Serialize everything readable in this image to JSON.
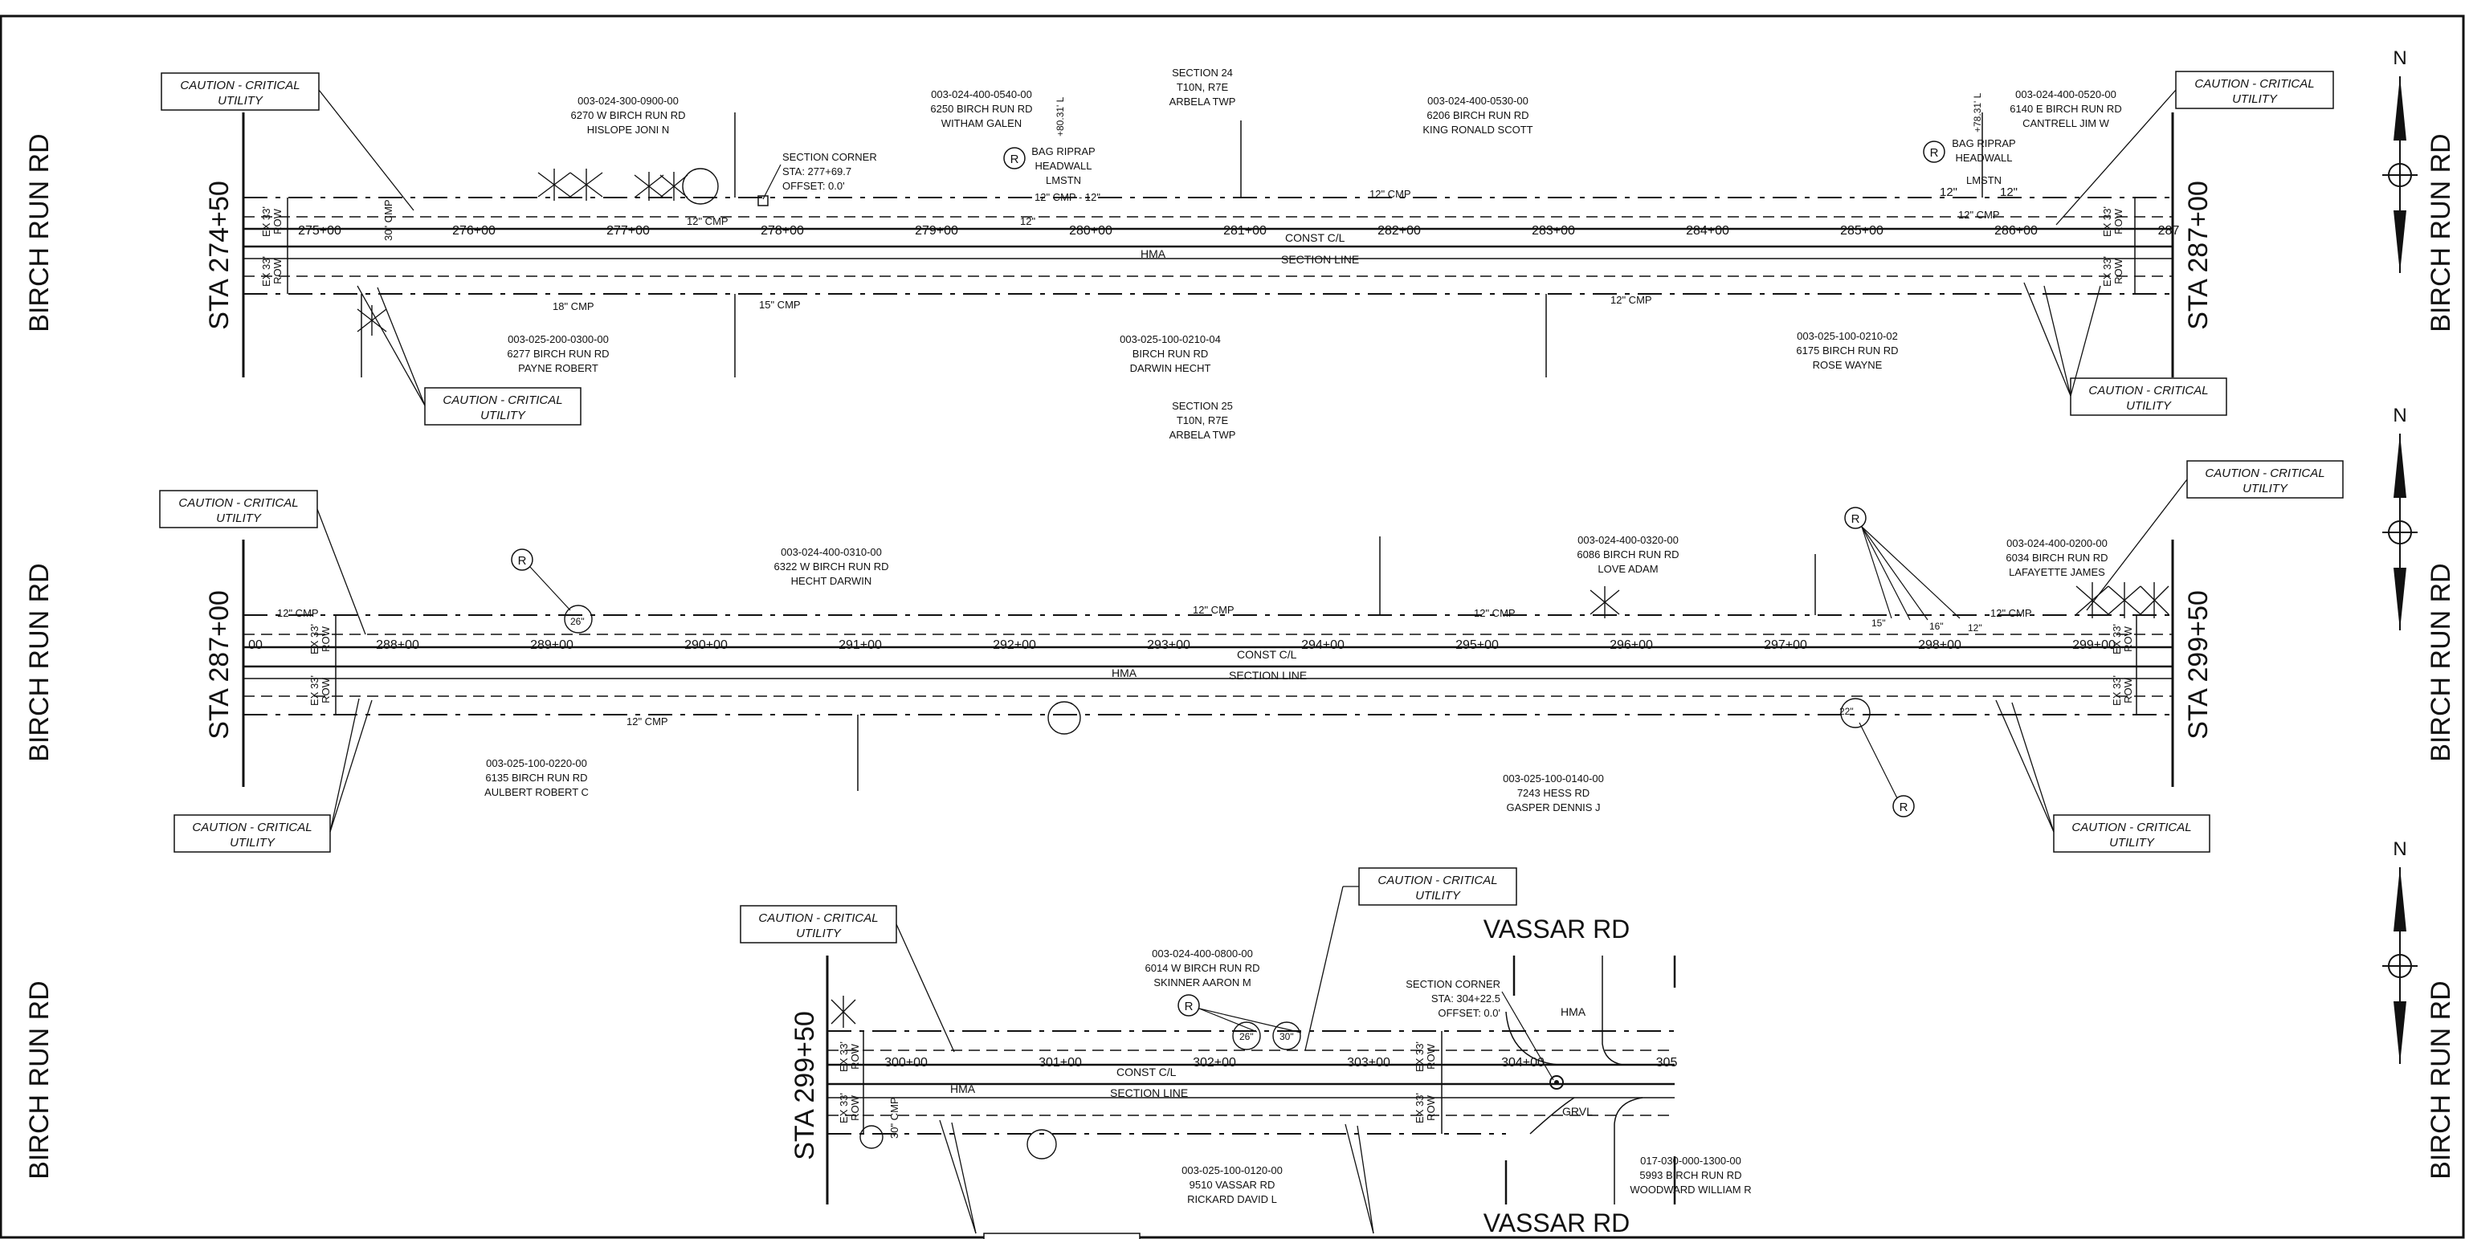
{
  "road_name": "BIRCH RUN RD",
  "north_label": "N",
  "caution_text": [
    "CAUTION - CRITICAL",
    "UTILITY"
  ],
  "row_label": [
    "EX 33'",
    "ROW"
  ],
  "labels": {
    "hma": "HMA",
    "const_cl": "CONST C/L",
    "section_line": "SECTION LINE",
    "riprap": "R",
    "grvl": "GRVL",
    "cross_road": "VASSAR RD"
  },
  "panels": [
    {
      "sta_start": "STA 274+50",
      "sta_end": "STA 287+00",
      "stations": [
        "275+00",
        "276+00",
        "277+00",
        "278+00",
        "279+00",
        "280+00",
        "281+00",
        "282+00",
        "283+00",
        "284+00",
        "285+00",
        "286+00",
        "287"
      ],
      "parcels": [
        {
          "id": "p1-n1",
          "lines": [
            "003-024-300-0900-00",
            "6270 W BIRCH RUN RD",
            "HISLOPE JONI N"
          ]
        },
        {
          "id": "p1-n2",
          "lines": [
            "003-024-400-0540-00",
            "6250 BIRCH RUN RD",
            "WITHAM GALEN"
          ]
        },
        {
          "id": "p1-n3",
          "lines": [
            "SECTION 24",
            "T10N, R7E",
            "ARBELA TWP"
          ]
        },
        {
          "id": "p1-n4",
          "lines": [
            "003-024-400-0530-00",
            "6206 BIRCH RUN RD",
            "KING RONALD SCOTT"
          ]
        },
        {
          "id": "p1-n5",
          "lines": [
            "003-024-400-0520-00",
            "6140 E BIRCH RUN RD",
            "CANTRELL JIM W"
          ]
        },
        {
          "id": "p1-s1",
          "lines": [
            "003-025-200-0300-00",
            "6277 BIRCH RUN RD",
            "PAYNE ROBERT"
          ]
        },
        {
          "id": "p1-s2",
          "lines": [
            "003-025-100-0210-04",
            "BIRCH RUN RD",
            "DARWIN HECHT"
          ]
        },
        {
          "id": "p1-s3",
          "lines": [
            "SECTION 25",
            "T10N, R7E",
            "ARBELA TWP"
          ]
        },
        {
          "id": "p1-s4",
          "lines": [
            "003-025-100-0210-02",
            "6175 BIRCH RUN RD",
            "ROSE WAYNE"
          ]
        }
      ],
      "notes": [
        {
          "id": "sec-corner-1",
          "lines": [
            "SECTION CORNER",
            "STA: 277+69.7",
            "OFFSET: 0.0'"
          ]
        },
        {
          "id": "riprap-1",
          "lines": [
            "BAG RIPRAP",
            "HEADWALL",
            "LMSTN"
          ]
        },
        {
          "id": "riprap-2",
          "lines": [
            "BAG RIPRAP",
            "HEADWALL",
            "LMSTN"
          ]
        }
      ],
      "pipes": [
        "12\" CMP",
        "12\" CMP - 12\"",
        "12\"",
        "12\" CMP",
        "12\"",
        "12\" CMP",
        "12\"",
        "18\" CMP",
        "15\" CMP",
        "12\" CMP",
        "30\" CMP"
      ],
      "offsets": [
        "+80.31' L",
        "+78.31' L"
      ]
    },
    {
      "sta_start": "STA 287+00",
      "sta_end": "STA 299+50",
      "stations": [
        "00",
        "288+00",
        "289+00",
        "290+00",
        "291+00",
        "292+00",
        "293+00",
        "294+00",
        "295+00",
        "296+00",
        "297+00",
        "298+00",
        "299+00"
      ],
      "parcels": [
        {
          "id": "p2-n1",
          "lines": [
            "003-024-400-0310-00",
            "6322 W BIRCH RUN RD",
            "HECHT DARWIN"
          ]
        },
        {
          "id": "p2-n2",
          "lines": [
            "003-024-400-0320-00",
            "6086 BIRCH RUN RD",
            "LOVE ADAM"
          ]
        },
        {
          "id": "p2-n3",
          "lines": [
            "003-024-400-0200-00",
            "6034 BIRCH RUN RD",
            "LAFAYETTE JAMES"
          ]
        },
        {
          "id": "p2-s1",
          "lines": [
            "003-025-100-0220-00",
            "6135 BIRCH RUN RD",
            "AULBERT ROBERT C"
          ]
        },
        {
          "id": "p2-s2",
          "lines": [
            "003-025-100-0140-00",
            "7243 HESS RD",
            "GASPER DENNIS J"
          ]
        }
      ],
      "pipes": [
        "12\" CMP",
        "12\" CMP",
        "12\" CMP",
        "12\" CMP",
        "12\" CMP",
        "26\"",
        "22\"",
        "15\"",
        "16\"",
        "12\""
      ]
    },
    {
      "sta_start": "STA 299+50",
      "stations": [
        "300+00",
        "301+00",
        "302+00",
        "303+00",
        "304+00",
        "305"
      ],
      "parcels": [
        {
          "id": "p3-n1",
          "lines": [
            "003-024-400-0800-00",
            "6014 W BIRCH RUN RD",
            "SKINNER AARON M"
          ]
        },
        {
          "id": "p3-s1",
          "lines": [
            "003-025-100-0120-00",
            "9510 VASSAR RD",
            "RICKARD DAVID L"
          ]
        },
        {
          "id": "p3-s2",
          "lines": [
            "017-030-000-1300-00",
            "5993 BIRCH RUN RD",
            "WOODWARD WILLIAM R"
          ]
        }
      ],
      "notes": [
        {
          "id": "sec-corner-2",
          "lines": [
            "SECTION CORNER",
            "STA: 304+22.5",
            "OFFSET: 0.0'"
          ]
        }
      ],
      "pipes": [
        "26\"",
        "30\"",
        "30\" CMP"
      ]
    }
  ]
}
